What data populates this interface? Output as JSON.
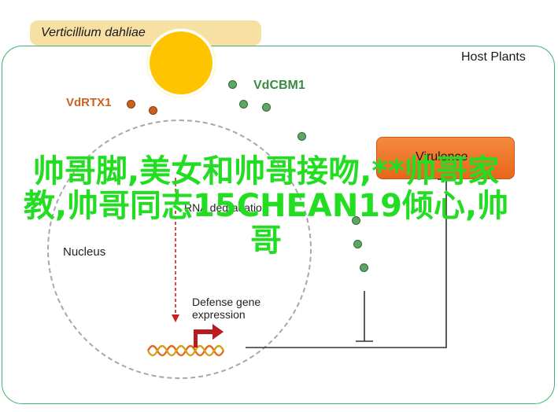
{
  "pathogen": {
    "name": "Verticillium dahliae"
  },
  "host": {
    "label": "Host Plants"
  },
  "nucleus": {
    "label": "Nucleus"
  },
  "effectors": {
    "vdrtx1": "VdRTX1",
    "vdcbm1": "VdCBM1"
  },
  "virulence": {
    "label": "Virulence"
  },
  "rna": {
    "label": "RNA degradation"
  },
  "defense": {
    "line1": "Defense gene",
    "line2": "expression"
  },
  "watermark": {
    "text": "帅哥脚,美女和帅哥接吻,**帅哥家教,帅哥同志15CHEAN19倾心,帅哥"
  },
  "colors": {
    "banner": "#f7e0a3",
    "spore": "#ffc400",
    "host_border": "#3cb371",
    "orange_effector": "#c9621f",
    "green_effector": "#5fa566",
    "virulence_box": "#f07a2c",
    "red_arrow": "#cc1f1f",
    "watermark": "#22dd22"
  }
}
